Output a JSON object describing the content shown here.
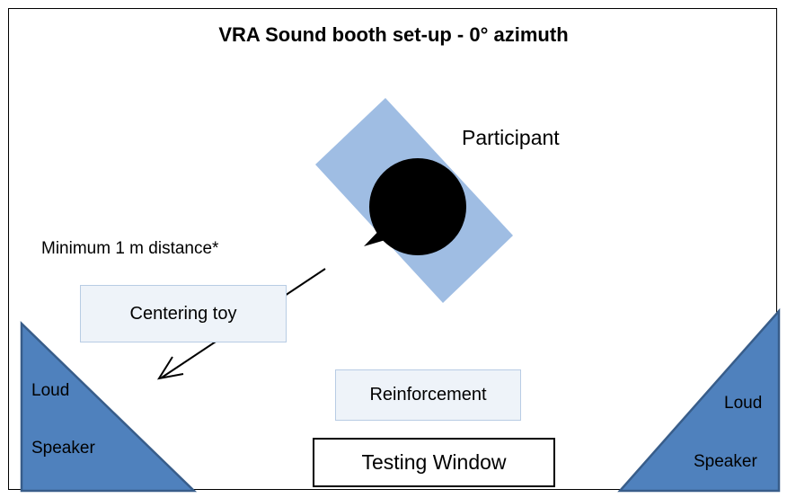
{
  "title": "VRA Sound booth set-up - 0° azimuth",
  "participant": {
    "label": "Participant"
  },
  "distance": {
    "label": "Minimum 1 m distance*"
  },
  "centering_toy": {
    "label": "Centering toy"
  },
  "reinforcement": {
    "label": "Reinforcement"
  },
  "testing_window": {
    "label": "Testing Window"
  },
  "speakers": {
    "left": {
      "line1": "Loud",
      "line2": "Speaker"
    },
    "right": {
      "line1": "Loud",
      "line2": "Speaker"
    }
  },
  "colors": {
    "participant_area": "#9fbde3",
    "head": "#000000",
    "speaker_fill": "#4f81bd",
    "speaker_edge": "#385d8a",
    "box_fill": "#eef3f9",
    "box_edge": "#b8cce4"
  }
}
